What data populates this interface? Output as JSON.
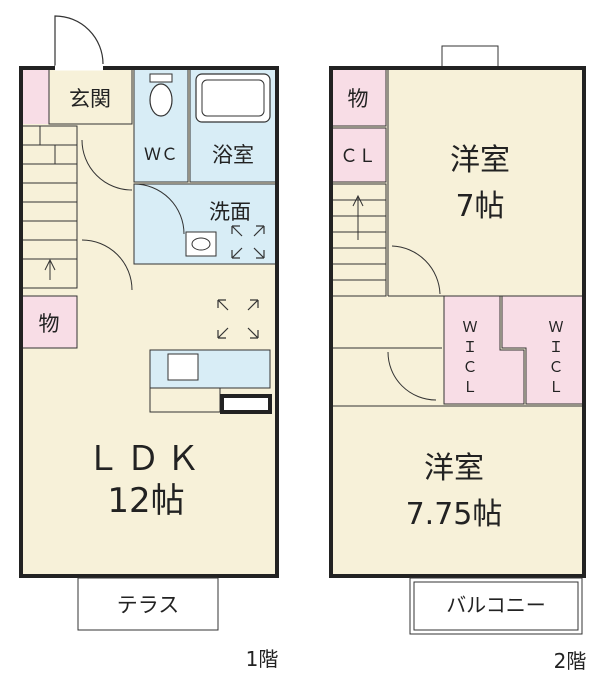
{
  "floor1": {
    "label": "1階",
    "rooms": {
      "genkan": "玄関",
      "wc": "ＷＣ",
      "bath": "浴室",
      "washroom": "洗面",
      "storage": "物",
      "ldk": "ＬＤＫ",
      "ldk_size": "12帖",
      "terrace": "テラス"
    }
  },
  "floor2": {
    "label": "2階",
    "rooms": {
      "storage": "物",
      "closet": "ＣＬ",
      "western1": "洋室",
      "western1_size": "7帖",
      "wic_a": "Ｗ",
      "wic_a2": "Ｉ",
      "wic_a3": "Ｃ",
      "wic_a4": "Ｌ",
      "wic_b": "Ｗ",
      "wic_b2": "Ｉ",
      "wic_b3": "Ｃ",
      "wic_b4": "Ｌ",
      "western2": "洋室",
      "western2_size": "7.75帖",
      "balcony": "バルコニー"
    }
  },
  "colors": {
    "floor": "#f7f1d9",
    "wet": "#d8edf6",
    "storage": "#f8dde6",
    "wall": "#222222",
    "fixture": "#4a6a7a"
  }
}
